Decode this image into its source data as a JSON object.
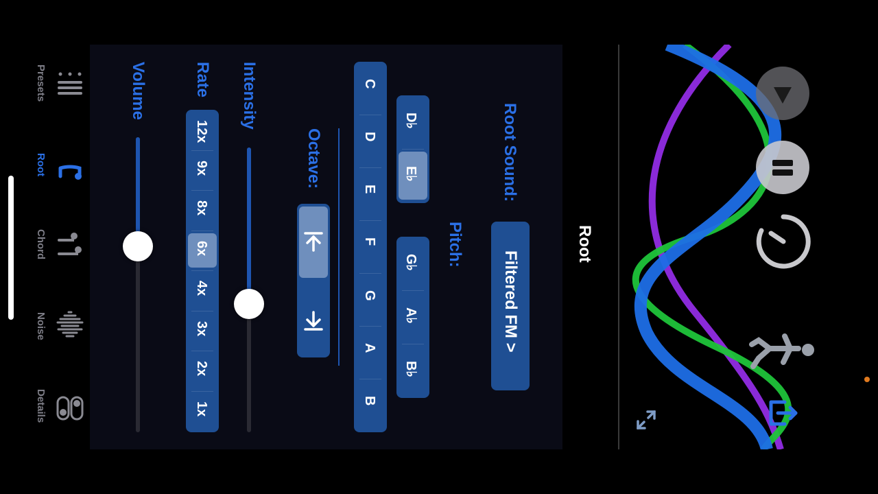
{
  "title": "Root",
  "tabs": [
    {
      "label": "Presets",
      "icon": "presets-icon",
      "active": false
    },
    {
      "label": "Root",
      "icon": "music-note-icon",
      "active": true
    },
    {
      "label": "Chord",
      "icon": "chord-notes-icon",
      "active": false
    },
    {
      "label": "Noise",
      "icon": "noise-wave-icon",
      "active": false
    },
    {
      "label": "Details",
      "icon": "toggles-icon",
      "active": false
    }
  ],
  "root_sound": {
    "label": "Root Sound:",
    "value": "Filtered FM >"
  },
  "pitch": {
    "label": "Pitch:",
    "naturals": [
      "C",
      "D",
      "E",
      "F",
      "G",
      "A",
      "B"
    ],
    "accidentals_1": [
      "D♭",
      "E♭"
    ],
    "accidentals_2": [
      "G♭",
      "A♭",
      "B♭"
    ],
    "selected": "E♭"
  },
  "octave": {
    "label": "Octave:",
    "down_icon": "arrow-left-bar-icon",
    "up_icon": "arrow-right-bar-icon",
    "selected": "down"
  },
  "intensity": {
    "label": "Intensity",
    "level": 0.55
  },
  "rate": {
    "label": "Rate",
    "options": [
      "12x",
      "9x",
      "8x",
      "6x",
      "4x",
      "3x",
      "2x",
      "1x"
    ],
    "selected": "6x"
  },
  "volume": {
    "label": "Volume",
    "level": 0.37
  },
  "colors": {
    "accent": "#2b70e6",
    "pill": "#1f4f93",
    "selected": "#6f8fbd",
    "panel": "#0a0b16",
    "wave_blue": "#1e6ee6",
    "wave_green": "#1fc43a",
    "wave_purple": "#8a2ad8"
  },
  "controls": [
    "play-icon",
    "pause-icon",
    "timer-icon",
    "walking-person-icon",
    "exit-icon",
    "expand-icon"
  ]
}
